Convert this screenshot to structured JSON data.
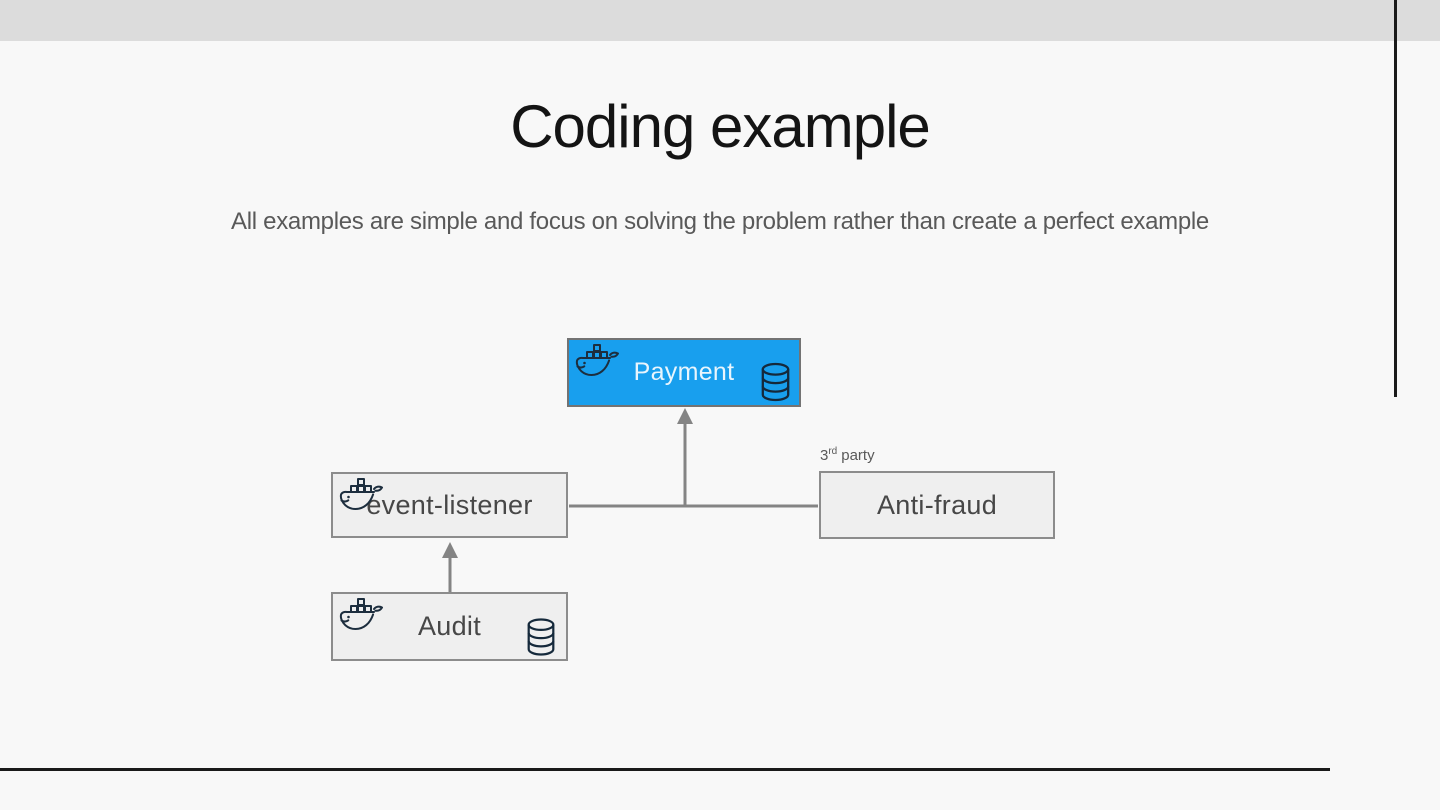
{
  "slide": {
    "title": "Coding example",
    "subtitle": "All examples are simple and focus on solving the problem rather than create a perfect example"
  },
  "diagram": {
    "nodes": [
      {
        "id": "payment",
        "label": "Payment",
        "kind": "docker-container-with-database",
        "fill": "#189fee"
      },
      {
        "id": "event-listener",
        "label": "event-listener",
        "kind": "docker-container",
        "fill": "#efefef"
      },
      {
        "id": "anti-fraud",
        "label": "Anti-fraud",
        "kind": "external-service",
        "fill": "#efefef",
        "annotation": "3rd party"
      },
      {
        "id": "audit",
        "label": "Audit",
        "kind": "docker-container-with-database",
        "fill": "#efefef"
      }
    ],
    "third_party_label": {
      "base": "3",
      "sup": "rd",
      "rest": "party"
    },
    "edges": [
      {
        "from": "event-listener",
        "to": "anti-fraud",
        "style": "line"
      },
      {
        "from": "junction",
        "to": "payment",
        "style": "arrow-up"
      },
      {
        "from": "audit",
        "to": "event-listener",
        "style": "arrow-up"
      }
    ],
    "icons": {
      "docker": "docker-whale-icon",
      "database": "database-cylinder-icon"
    }
  },
  "colors": {
    "background": "#f8f8f8",
    "top_bar": "#dcdcdc",
    "accent_line": "#1a1a1a",
    "node_accent_fill": "#189fee",
    "node_fill": "#efefef",
    "node_border": "#8c8c8c",
    "connector": "#848484",
    "icon_stroke": "#1d2e3e",
    "title_color": "#141414",
    "subtitle_color": "#595959"
  }
}
